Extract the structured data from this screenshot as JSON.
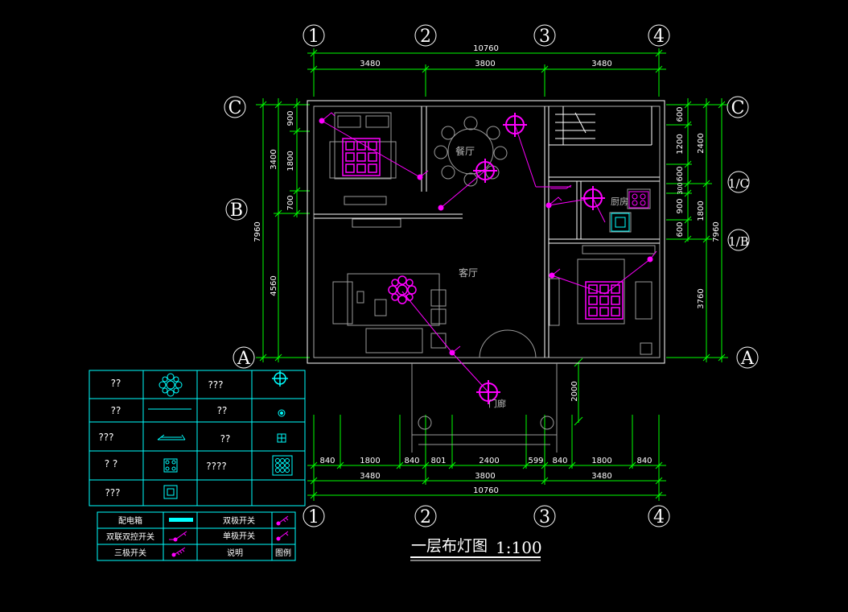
{
  "title": {
    "main": "一层布灯图",
    "scale": "1:100"
  },
  "axes": {
    "top": [
      "1",
      "2",
      "3",
      "4"
    ],
    "bottom": [
      "1",
      "2",
      "3",
      "4"
    ],
    "left": [
      "C",
      "B",
      "A"
    ],
    "right": [
      "C",
      "1/C",
      "1/B",
      "A"
    ]
  },
  "dimensions": {
    "top_total": "10760",
    "top_spans": [
      "3480",
      "3800",
      "3480"
    ],
    "bottom_small": [
      "840",
      "1800",
      "840",
      "801",
      "2400",
      "599",
      "840",
      "1800",
      "840"
    ],
    "bottom_spans": [
      "3480",
      "3800",
      "3480"
    ],
    "bottom_total": "10760",
    "left_inner": [
      "900",
      "1800",
      "700"
    ],
    "left_mid": [
      "3400",
      "4560"
    ],
    "left_total": "7960",
    "right_inner": [
      "600",
      "1200",
      "600",
      "300",
      "900",
      "600"
    ],
    "right_mid": [
      "2400",
      "1800",
      "3760"
    ],
    "right_total": "7960",
    "porch": "2000"
  },
  "rooms": {
    "dining": "餐厅",
    "living": "客厅",
    "kitchen": "厨房",
    "porch": "门廊"
  },
  "legend_table": [
    [
      "??",
      "",
      "???",
      ""
    ],
    [
      "??",
      "",
      "??",
      ""
    ],
    [
      "???",
      "",
      "??",
      ""
    ],
    [
      "?  ?",
      "",
      "????",
      ""
    ],
    [
      "???",
      "",
      "",
      ""
    ]
  ],
  "legend_table2": {
    "r1": [
      "配电箱",
      "双极开关"
    ],
    "r2": [
      "双联双控开关",
      "单极开关"
    ],
    "r3": [
      "三极开关",
      "说明",
      "图例"
    ]
  },
  "colors": {
    "wall": "#ffffff",
    "dim": "#00ff00",
    "light": "#ff00ff",
    "legend": "#00ffff"
  }
}
